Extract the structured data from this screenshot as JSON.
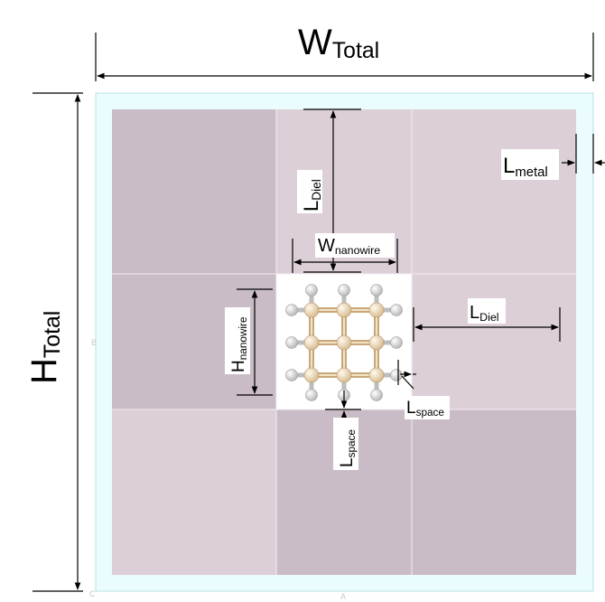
{
  "colors": {
    "outer_frame": "#eafcfd",
    "outer_frame_border": "#b9dfe3",
    "cell_dark": "#c9bcc6",
    "cell_light": "#dccfd8",
    "cell_center": "#ffffff",
    "grid_line": "#f2eef1",
    "carbon_atom": "#e2c9a2",
    "hydrogen_atom": "#e8e8e8",
    "bond": "#caa77a"
  },
  "labels": {
    "w_total": {
      "main": "W",
      "sub": "Total"
    },
    "h_total": {
      "main": "H",
      "sub": "Total"
    },
    "l_metal": {
      "main": "L",
      "sub": "metal"
    },
    "l_diel_top": {
      "main": "L",
      "sub": "Diel"
    },
    "w_nanowire": {
      "main": "W",
      "sub": "nanowire"
    },
    "h_nanowire": {
      "main": "H",
      "sub": "nanowire"
    },
    "l_diel_right": {
      "main": "L",
      "sub": "Diel"
    },
    "l_space_right": {
      "main": "L",
      "sub": "space"
    },
    "l_space_bottom": {
      "main": "L",
      "sub": "space"
    }
  },
  "corner_marks": {
    "left_mid": "B",
    "bottom_left": "C",
    "bottom_mid": "A"
  },
  "nanowire": {
    "carbon_grid": "3x3",
    "hydrogen_termination": true
  }
}
